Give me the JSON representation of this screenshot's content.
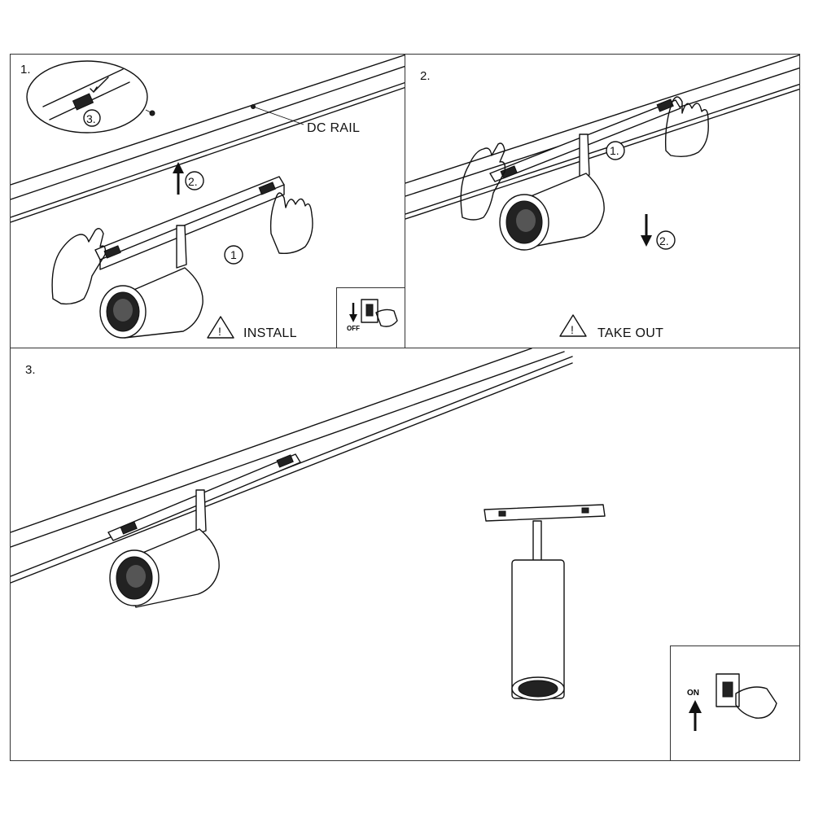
{
  "panel1": {
    "step": "1.",
    "rail_label": "DC RAIL",
    "action_label": "INSTALL",
    "callout_3": "3.",
    "callout_2": "2.",
    "callout_1": "1",
    "warning": "!",
    "inset_switch_text": "OFF"
  },
  "panel2": {
    "step": "2.",
    "action_label": "TAKE OUT",
    "callout_1": "1.",
    "callout_2": "2.",
    "warning": "!"
  },
  "panel3": {
    "step": "3.",
    "inset_switch_text": "ON"
  }
}
